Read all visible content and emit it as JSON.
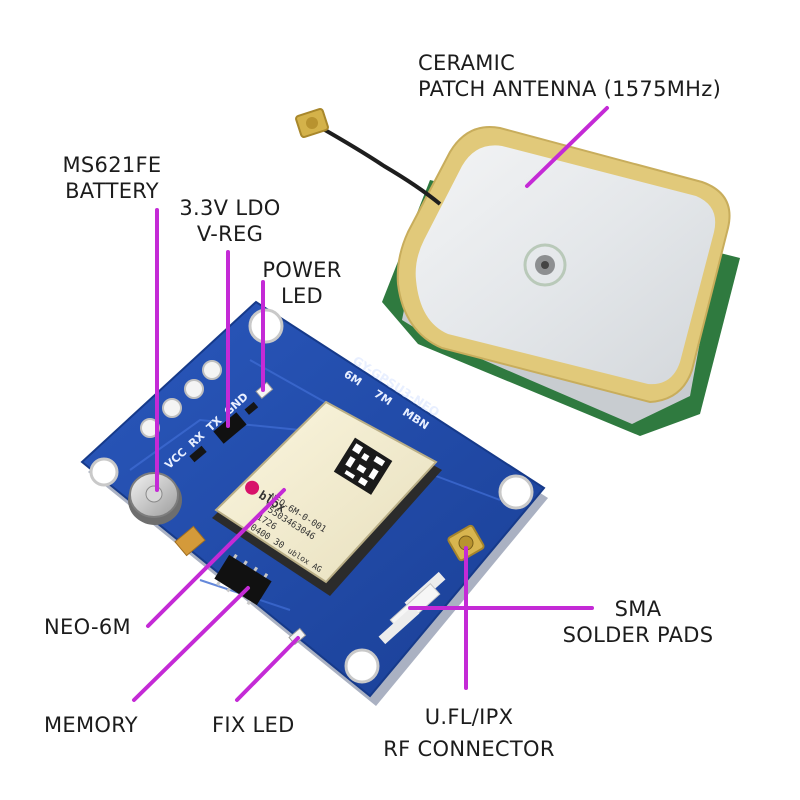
{
  "labels": {
    "antenna": [
      "CERAMIC",
      "PATCH ANTENNA (1575MHz)"
    ],
    "battery": [
      "MS621FE",
      "BATTERY"
    ],
    "ldo": [
      "3.3V LDO",
      "V-REG"
    ],
    "power_led": [
      "POWER",
      "LED"
    ],
    "neo": "NEO-6M",
    "memory": "MEMORY",
    "fix_led": "FIX LED",
    "sma": [
      "SMA",
      "SOLDER PADS"
    ],
    "ufl": [
      "U.FL/IPX",
      "RF CONNECTOR"
    ]
  },
  "board": {
    "model": "GY-GPSU3-NEO",
    "options": [
      "6M",
      "7M",
      "MBN"
    ],
    "pins": [
      "VCC",
      "RX",
      "TX",
      "GND"
    ]
  },
  "module": {
    "brand": "blox",
    "lines": [
      "NEO-6M-0-001",
      "35503463046",
      "1726",
      "0400 30"
    ],
    "maker": "ublox AG"
  },
  "colors": {
    "pointer": "#c42ad6",
    "pcb": "#1f49a8",
    "antenna_top": "#e9ecef",
    "antenna_rim": "#e1c97a"
  }
}
